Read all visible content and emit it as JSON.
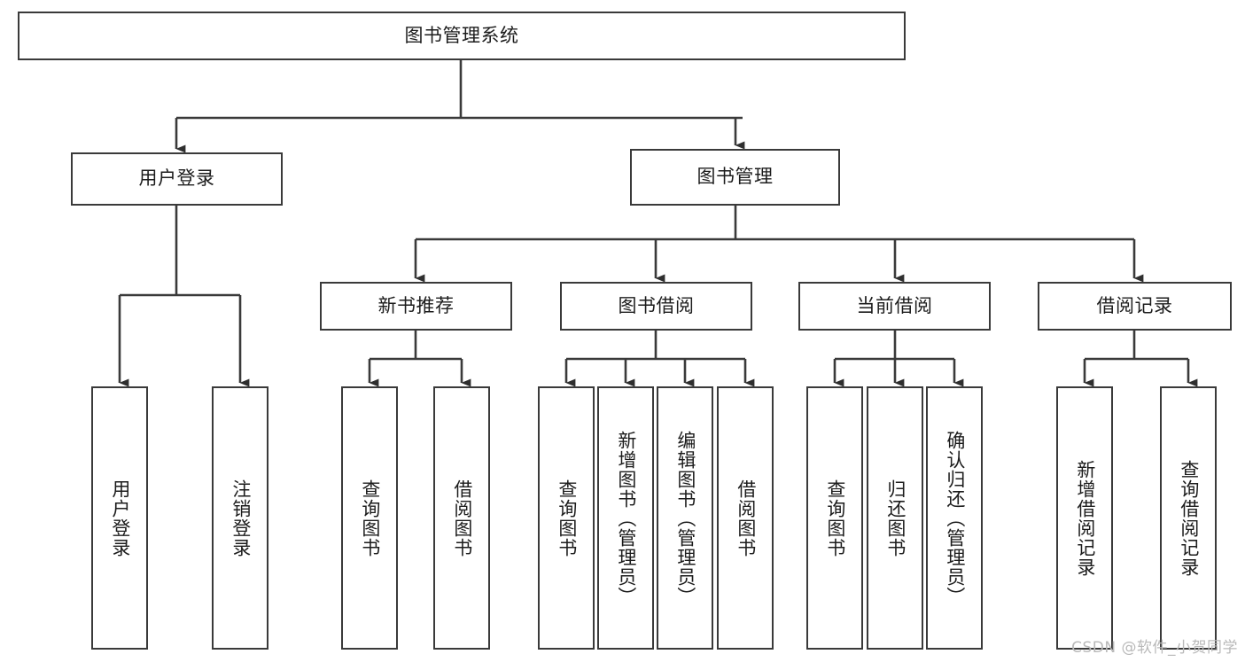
{
  "diagram": {
    "title": "图书管理系统",
    "type": "tree-hierarchy",
    "root": {
      "label": "图书管理系统"
    },
    "level1": [
      {
        "label": "用户登录"
      },
      {
        "label": "图书管理"
      }
    ],
    "level2": [
      {
        "label": "新书推荐"
      },
      {
        "label": "图书借阅"
      },
      {
        "label": "当前借阅"
      },
      {
        "label": "借阅记录"
      }
    ],
    "leaves": {
      "user_login": [
        {
          "label": "用户登录"
        },
        {
          "label": "注销登录"
        }
      ],
      "new_book_recommend": [
        {
          "label": "查询图书"
        },
        {
          "label": "借阅图书"
        }
      ],
      "book_borrow": [
        {
          "label": "查询图书"
        },
        {
          "label": "新增图书（管理员）"
        },
        {
          "label": "编辑图书（管理员）"
        },
        {
          "label": "借阅图书"
        }
      ],
      "current_borrow": [
        {
          "label": "查询图书"
        },
        {
          "label": "归还图书"
        },
        {
          "label": "确认归还（管理员）"
        }
      ],
      "borrow_record": [
        {
          "label": "新增借阅记录"
        },
        {
          "label": "查询借阅记录"
        }
      ]
    }
  },
  "watermark": {
    "text": "CSDN @软件_小贺同学"
  },
  "colors": {
    "stroke": "#3a3a3a",
    "background": "#ffffff",
    "text": "#1c1c1c",
    "watermark": "#b9b9b9"
  }
}
